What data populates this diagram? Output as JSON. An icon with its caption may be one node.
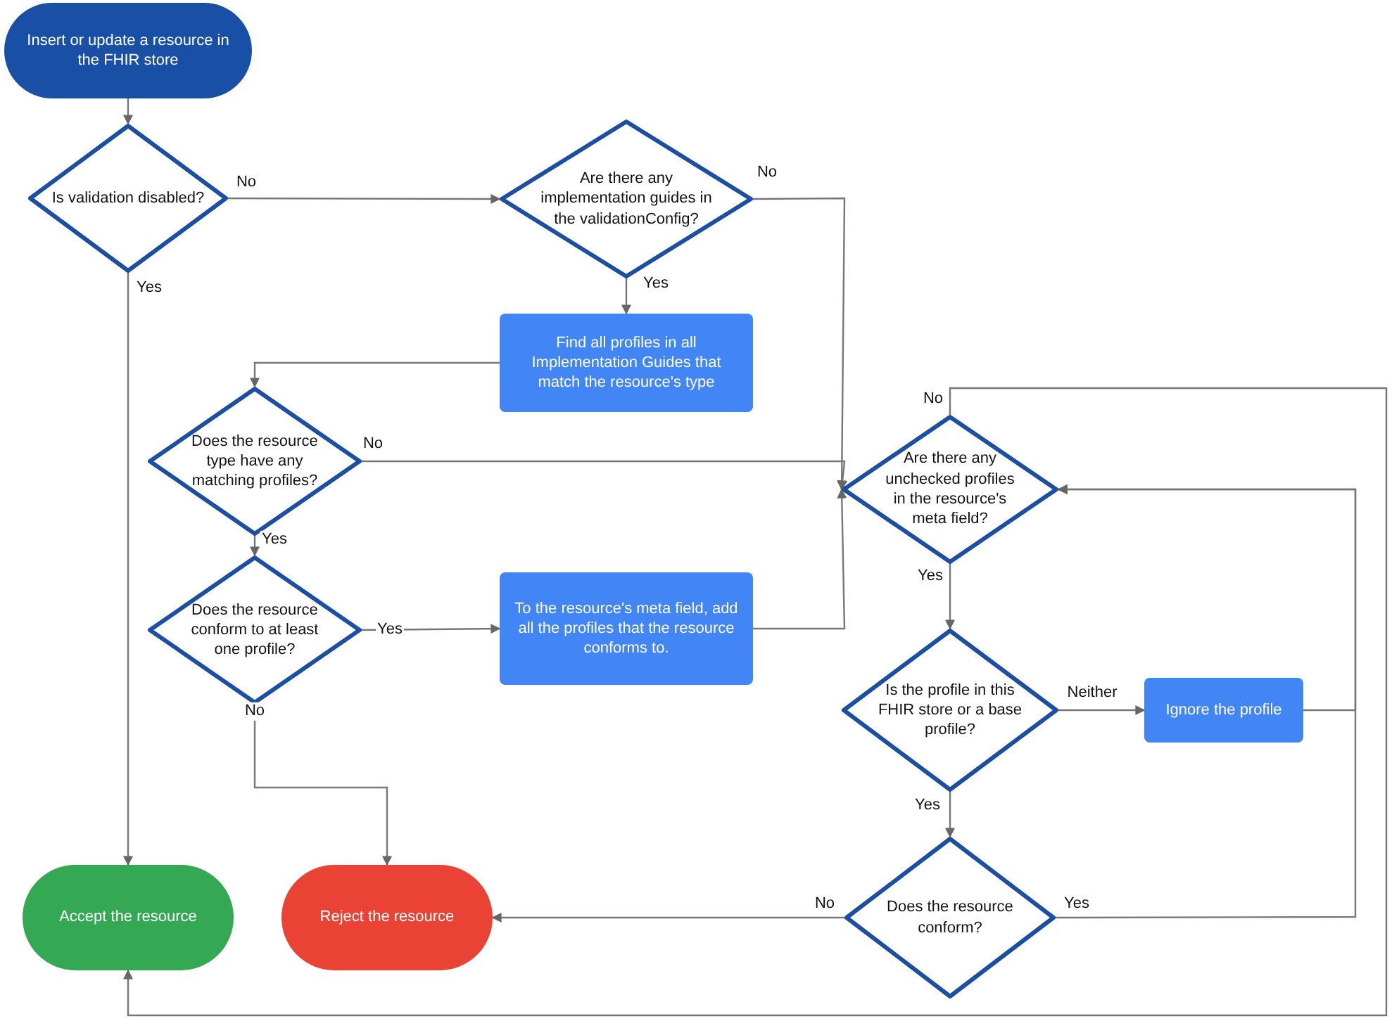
{
  "diagram": {
    "nodes": [
      {
        "text": [
          "Insert or update a resource in the FHIR store"
        ]
      },
      {
        "text": [
          "Is validation disabled?"
        ]
      },
      {
        "text": [
          "Are there any implementation guides in the validationConfig?"
        ]
      },
      {
        "text": [
          "Find all profiles in all Implementation Guides that match the resource's type"
        ]
      },
      {
        "text": [
          "Does the resource type have any matching profiles?"
        ]
      },
      {
        "text": [
          "Does the resource conform to at least one profile?"
        ]
      },
      {
        "text": [
          "To the resource's meta field, add all the profiles that the resource conforms to."
        ]
      },
      {
        "text": [
          "Are there any unchecked profiles in the resource's meta field?"
        ]
      },
      {
        "text": [
          "Is the profile in this FHIR store or a base profile?"
        ]
      },
      {
        "text": [
          "Ignore the profile"
        ]
      },
      {
        "text": [
          "Does the resource conform?"
        ]
      },
      {
        "text": [
          "Accept the resource"
        ]
      },
      {
        "text": [
          "Reject the resource"
        ]
      }
    ],
    "edges": [
      {
        "from": 0,
        "to": 1,
        "arrow": "to"
      },
      {
        "from": 1,
        "to": 2,
        "arrow": "to",
        "label": "No"
      },
      {
        "from": 1,
        "to": 11,
        "arrow": "to",
        "label": "Yes"
      },
      {
        "from": 2,
        "to": 7,
        "arrow": "to",
        "label": "No"
      },
      {
        "from": 2,
        "to": 3,
        "arrow": "to",
        "label": "Yes"
      },
      {
        "from": 3,
        "to": 4,
        "arrow": "to"
      },
      {
        "from": 4,
        "to": 7,
        "arrow": "to",
        "label": "No"
      },
      {
        "from": 4,
        "to": 5,
        "arrow": "to",
        "label": "Yes"
      },
      {
        "from": 5,
        "to": 6,
        "arrow": "to",
        "label": "Yes"
      },
      {
        "from": 5,
        "to": 12,
        "arrow": "to",
        "label": "No"
      },
      {
        "from": 6,
        "to": 7,
        "arrow": "to"
      },
      {
        "from": 7,
        "to": 11,
        "arrow": "to",
        "label": "No"
      },
      {
        "from": 7,
        "to": 8,
        "arrow": "to",
        "label": "Yes"
      },
      {
        "from": 8,
        "to": 9,
        "arrow": "to",
        "label": "Neither"
      },
      {
        "from": 9,
        "to": 7,
        "arrow": "to"
      },
      {
        "from": 8,
        "to": 10,
        "arrow": "to",
        "label": "Yes"
      },
      {
        "from": 10,
        "to": 12,
        "arrow": "to",
        "label": "No"
      },
      {
        "from": 10,
        "to": 7,
        "arrow": "to",
        "label": "Yes"
      }
    ]
  }
}
